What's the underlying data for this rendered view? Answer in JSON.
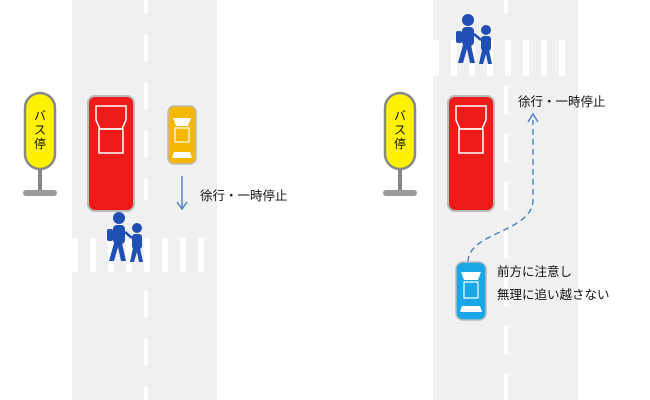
{
  "panels": {
    "left": {
      "bus_stop_sign": "バス停",
      "instruction": "徐行・一時停止"
    },
    "right": {
      "bus_stop_sign": "バス停",
      "instruction_stop": "徐行・一時停止",
      "instruction_caution_line1": "前方に注意し",
      "instruction_caution_line2": "無理に追い越さない"
    }
  },
  "colors": {
    "road": "#f0f0f0",
    "lane_marking": "#ffffff",
    "bus": "#ee1b1b",
    "taxi": "#f5b800",
    "car": "#1aa7e8",
    "sign": "#fff200",
    "pedestrians": "#1f4fb4",
    "arrow": "#4a7fc1"
  }
}
